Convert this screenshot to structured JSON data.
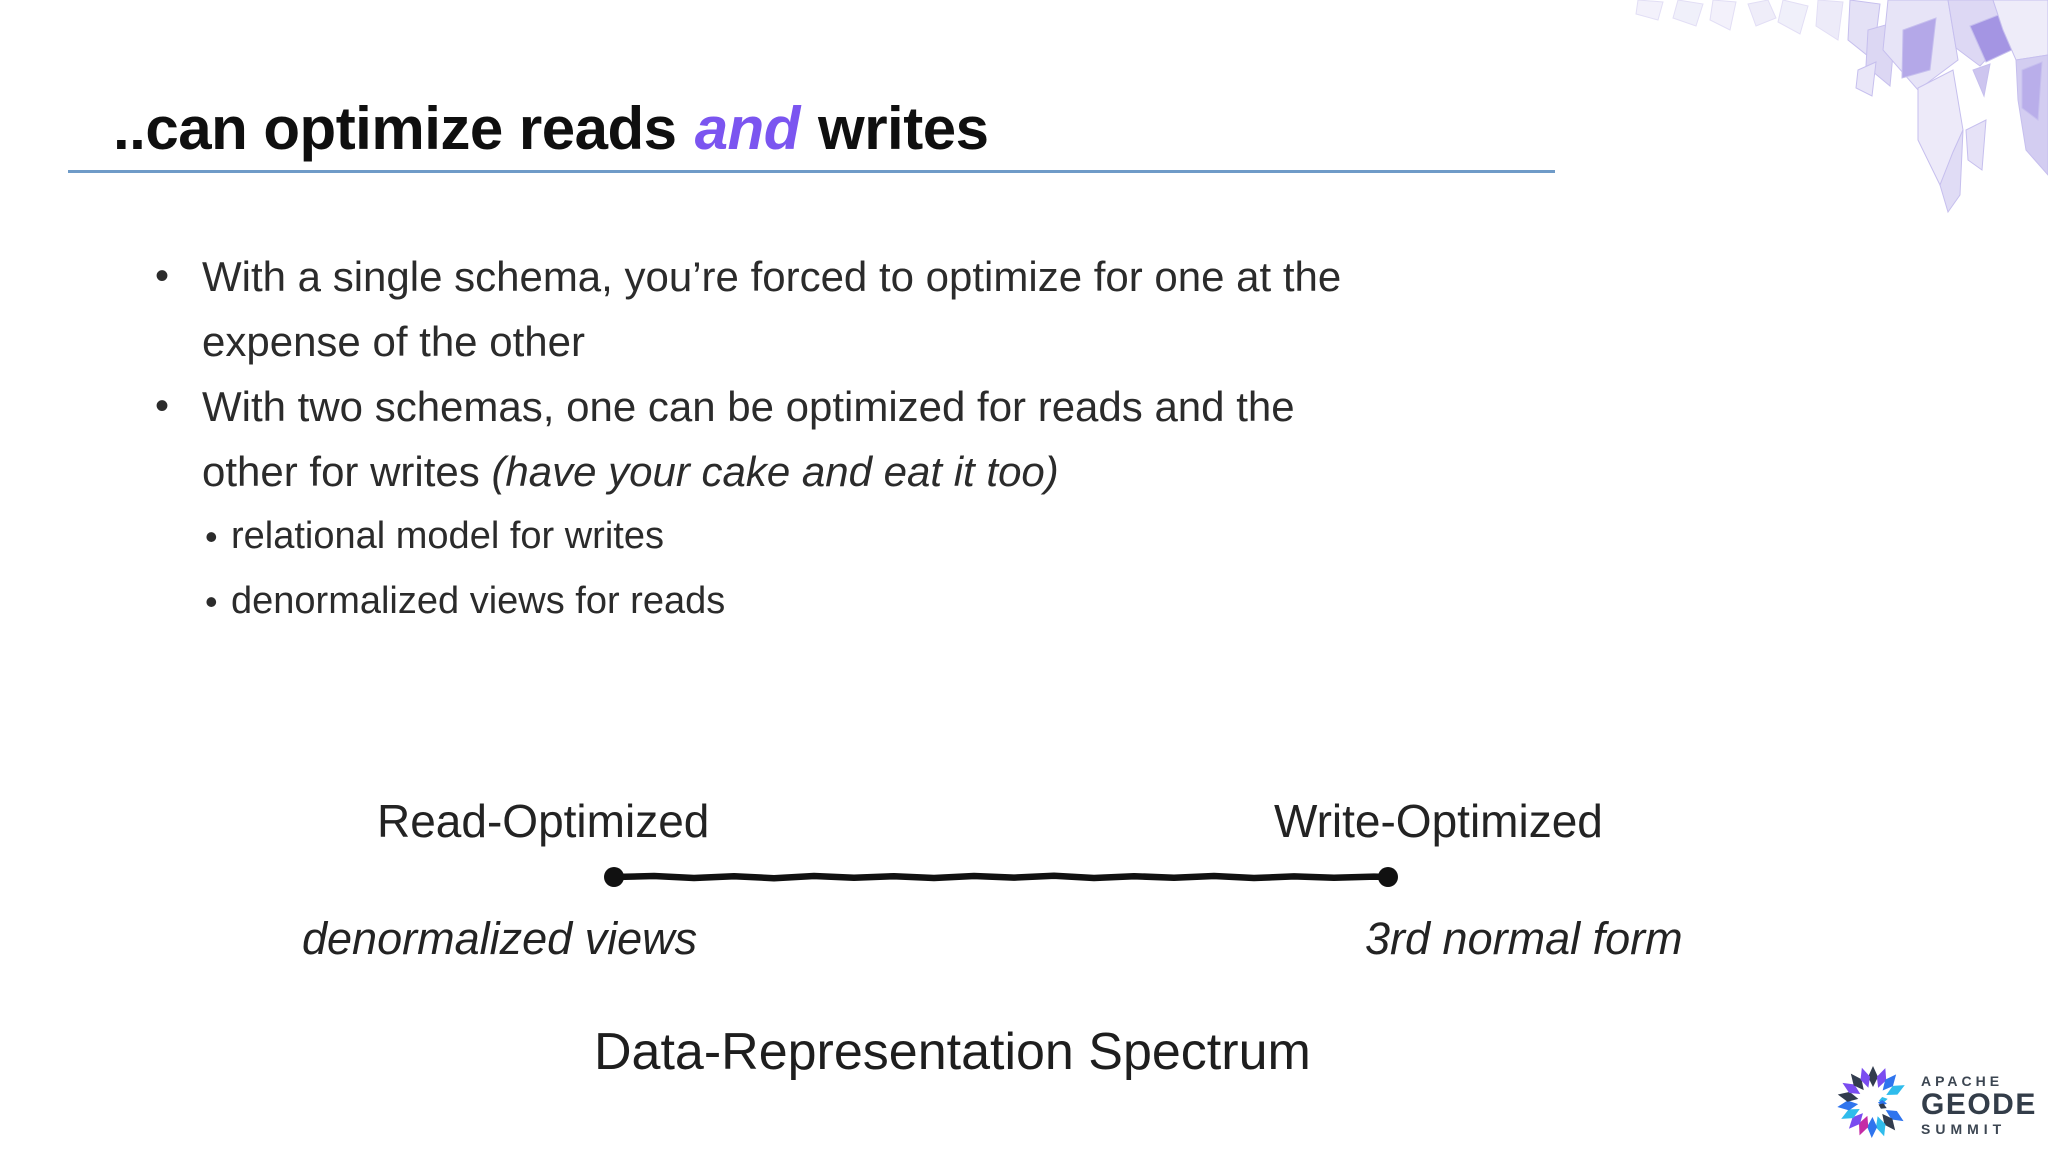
{
  "title": {
    "pre": "..can optimize reads ",
    "em": "and",
    "post": " writes"
  },
  "bullet_char": "•",
  "bullets": {
    "b1_line1": "With a single schema, you’re forced to optimize for one at the",
    "b1_line2": "expense of the other",
    "b2_line1": "With two schemas, one can be optimized for reads and the",
    "b2_line2_pre": "other for writes ",
    "b2_line2_em": "(have your cake and eat it too)",
    "sub1": "relational model for writes",
    "sub2": "denormalized views for reads"
  },
  "spectrum": {
    "left_label": "Read-Optimized",
    "right_label": "Write-Optimized",
    "left_sublabel": "denormalized views",
    "right_sublabel": "3rd normal form",
    "caption": "Data-Representation Spectrum"
  },
  "logo": {
    "line1": "APACHE",
    "line2": "GEODE",
    "line3": "SUMMIT"
  },
  "colors": {
    "title_accent_purple": "#7b55f0",
    "title_rule_blue": "#6f9bc8",
    "body_text": "#2b2b2b",
    "spectrum_line": "#111111",
    "logo_text": "#3c4652",
    "logo_petal_purple": "#7a4cf0",
    "logo_petal_blue": "#2f74ee",
    "logo_petal_cyan": "#2fbcec",
    "logo_petal_magenta": "#c42ba6",
    "logo_petal_dark": "#323c4e",
    "crystal_lavender": "#ddd8f4"
  }
}
